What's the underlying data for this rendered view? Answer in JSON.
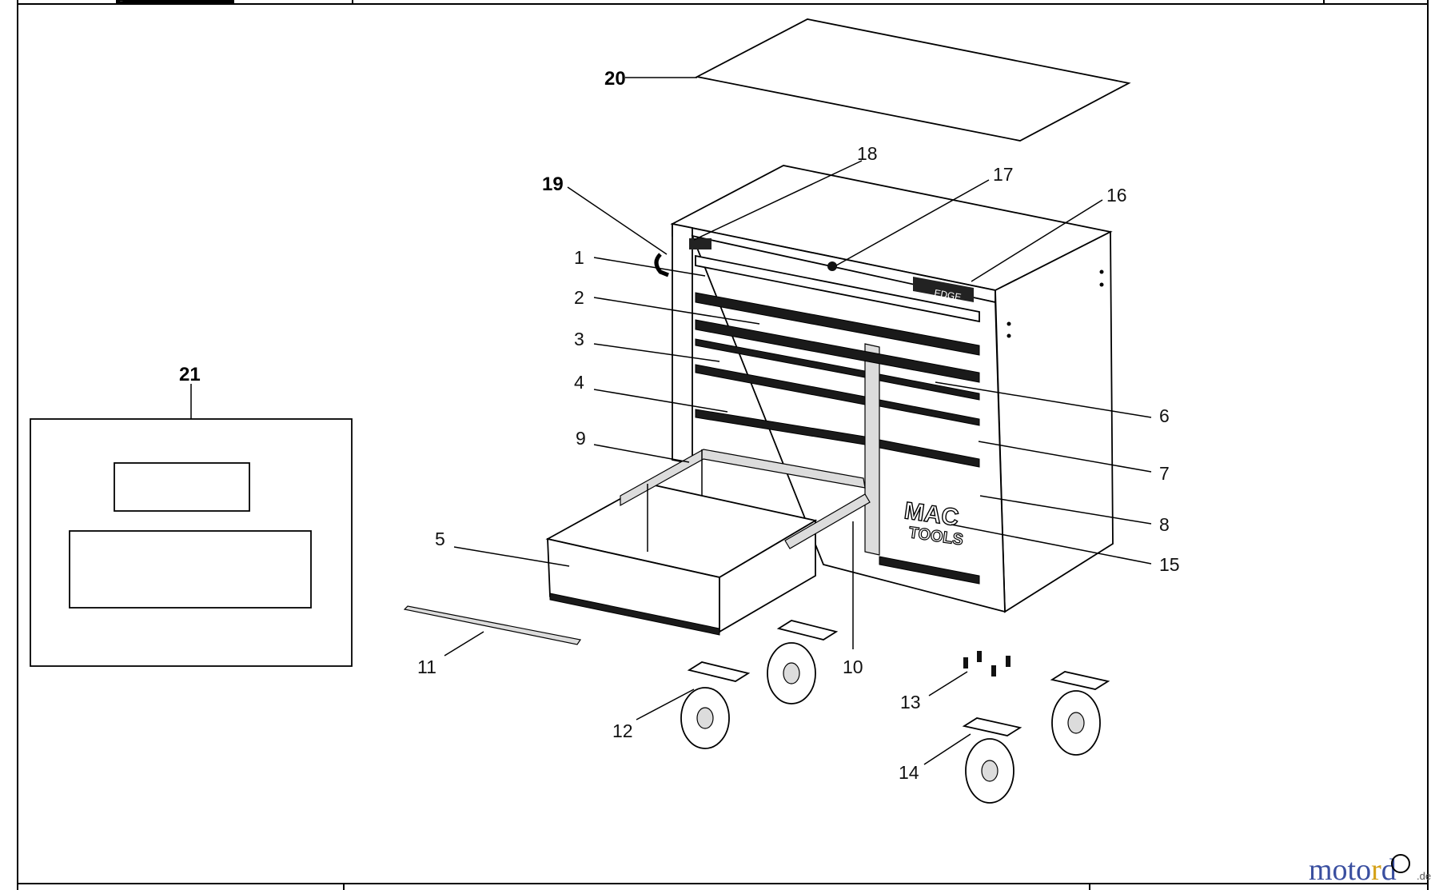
{
  "header": {
    "logo_text": "TOOLS"
  },
  "callouts": {
    "c1": "1",
    "c2": "2",
    "c3": "3",
    "c4": "4",
    "c5": "5",
    "c6": "6",
    "c7": "7",
    "c8": "8",
    "c9": "9",
    "c10": "10",
    "c11": "11",
    "c12": "12",
    "c13": "13",
    "c14": "14",
    "c15": "15",
    "c16": "16",
    "c17": "17",
    "c18": "18",
    "c19": "19",
    "c20": "20",
    "c21": "21"
  },
  "cabinet": {
    "edge_badge": "EDGE",
    "logo_line1": "MAC",
    "logo_line2": "TOOLS"
  },
  "watermark": {
    "text_a": "moto",
    "text_b": "r",
    "text_c": "d",
    "tld": ".de",
    "accent_color": "#3a4fa0",
    "highlight_color": "#d4a017"
  }
}
